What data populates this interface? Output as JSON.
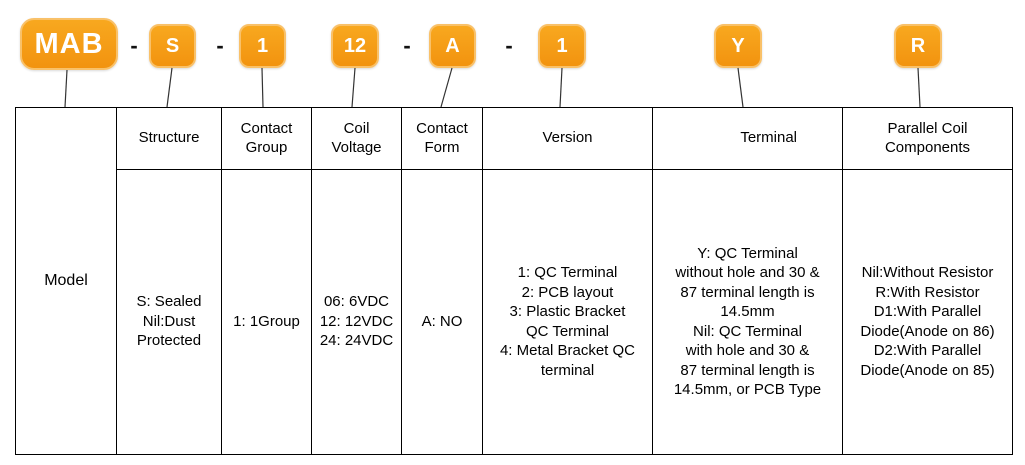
{
  "part_code": {
    "segments": [
      {
        "text": "MAB"
      },
      {
        "text": "-"
      },
      {
        "text": "S"
      },
      {
        "text": "-"
      },
      {
        "text": "1"
      },
      {
        "text": "12"
      },
      {
        "text": "-"
      },
      {
        "text": "A"
      },
      {
        "text": "-"
      },
      {
        "text": "1"
      },
      {
        "text": "Y"
      },
      {
        "text": "R"
      }
    ]
  },
  "table": {
    "model_label": "Model",
    "columns": [
      {
        "header": "Structure",
        "body": "S: Sealed\nNil:Dust\nProtected"
      },
      {
        "header": "Contact\nGroup",
        "body": "1: 1Group"
      },
      {
        "header": "Coil\nVoltage",
        "body": "06: 6VDC\n12: 12VDC\n24: 24VDC"
      },
      {
        "header": "Contact\nForm",
        "body": "A: NO"
      },
      {
        "header": "Version",
        "body": "1: QC Terminal\n2: PCB layout\n3: Plastic Bracket\nQC Terminal\n4: Metal Bracket QC\nterminal"
      },
      {
        "header": "Terminal",
        "body": "Y:  QC Terminal\nwithout hole and 30 &\n87 terminal length is\n14.5mm\nNil:  QC Terminal\nwith hole and 30 &\n87 terminal length is\n14.5mm,  or PCB Type"
      },
      {
        "header": "Parallel Coil\nComponents",
        "body": "Nil:Without Resistor\nR:With Resistor\nD1:With Parallel\nDiode(Anode on 86)\nD2:With Parallel\nDiode(Anode on 85)"
      }
    ]
  },
  "colors": {
    "badge_fill": "#F59A1B",
    "badge_border": "#F9C169",
    "badge_text": "#FFFFFF",
    "line": "#333333"
  }
}
